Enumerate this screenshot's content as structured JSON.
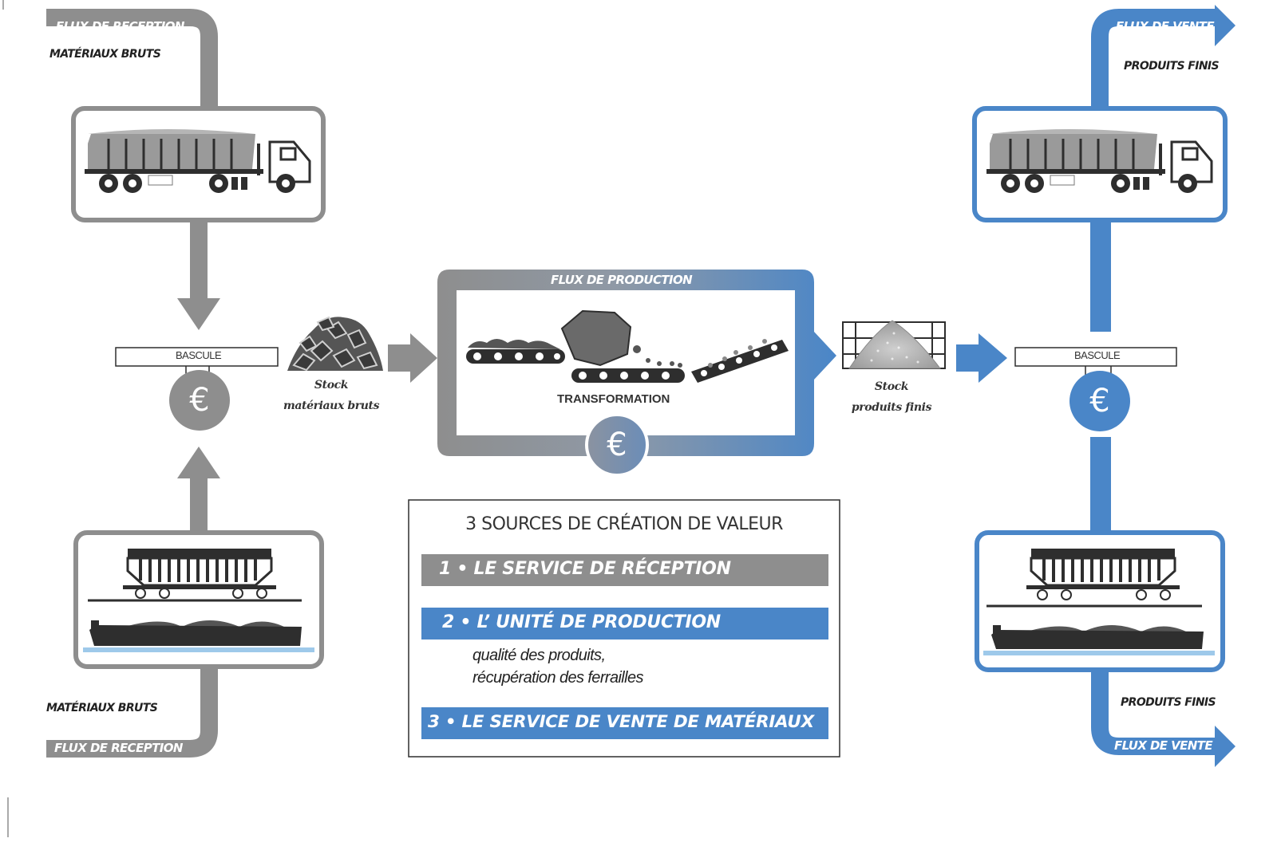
{
  "left_flow": {
    "top_banner": "FLUX DE RECEPTION",
    "top_caption": "MATÉRIAUX BRUTS",
    "bottom_banner": "FLUX DE RECEPTION",
    "bottom_caption": "MATÉRIAUX BRUTS",
    "scale_label": "BASCULE",
    "euro_symbol": "€"
  },
  "right_flow": {
    "top_banner": "FLUX DE VENTE",
    "top_caption": "PRODUITS FINIS",
    "bottom_banner": "FLUX DE VENTE",
    "bottom_caption": "PRODUITS FINIS",
    "scale_label": "BASCULE",
    "euro_symbol": "€"
  },
  "production": {
    "banner": "FLUX DE PRODUCTION",
    "process_label": "TRANSFORMATION",
    "euro_symbol": "€"
  },
  "stock_raw": {
    "line1": "Stock",
    "line2": "matériaux bruts"
  },
  "stock_finished": {
    "line1": "Stock",
    "line2": "produits finis"
  },
  "legend": {
    "title": "3 SOURCES DE CRÉATION DE VALEUR",
    "items": [
      {
        "label": "1 • LE  SERVICE DE RÉCEPTION",
        "color": "#8e8e8e"
      },
      {
        "label": "2 • L’ UNITÉ DE PRODUCTION",
        "color": "#4a86c8"
      },
      {
        "label": "3 • LE SERVICE DE VENTE DE MATÉRIAUX",
        "color": "#4a86c8"
      }
    ],
    "note_line1": "qualité des produits,",
    "note_line2": "récupération des ferrailles"
  },
  "colors": {
    "gray": "#8e8e8e",
    "blue": "#4a86c8",
    "dark": "#2e2e2e"
  }
}
